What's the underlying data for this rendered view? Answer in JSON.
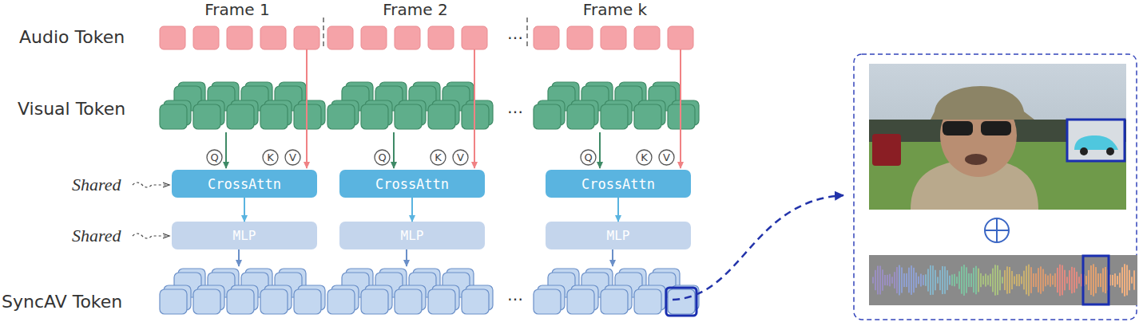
{
  "diagram": {
    "nodes": [
      {
        "text": [
          "Q"
        ]
      },
      {
        "text": [
          "K"
        ]
      },
      {
        "text": [
          "V"
        ]
      },
      {
        "text": [
          "Q"
        ]
      },
      {
        "text": [
          "K"
        ]
      },
      {
        "text": [
          "V"
        ]
      },
      {
        "text": [
          "Q"
        ]
      },
      {
        "text": [
          "K"
        ]
      },
      {
        "text": [
          "V"
        ]
      },
      {
        "text": [
          "CrossAttn"
        ]
      },
      {
        "text": [
          "CrossAttn"
        ]
      },
      {
        "text": [
          "CrossAttn"
        ]
      },
      {
        "text": [
          "MLP"
        ]
      },
      {
        "text": [
          "MLP"
        ]
      },
      {
        "text": [
          "MLP"
        ]
      }
    ],
    "edges": [
      {
        "from": 9,
        "to": 12,
        "arrow": "to"
      },
      {
        "from": 10,
        "to": 13,
        "arrow": "to"
      },
      {
        "from": 11,
        "to": 14,
        "arrow": "to"
      }
    ],
    "labels": [
      "Frame 1",
      "Frame 2",
      "Frame k",
      "Audio Token",
      "Visual Token",
      "Shared",
      "Shared",
      "SyncAV Token",
      "…",
      "…",
      "…"
    ]
  }
}
